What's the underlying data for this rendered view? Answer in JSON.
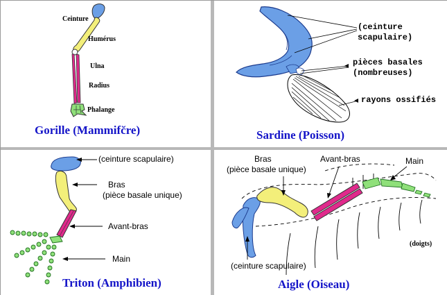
{
  "panels": {
    "gorilla": {
      "title": "Gorille (Mammifc̆re)",
      "labels": {
        "ceinture": "Ceinture",
        "humerus": "Humérus",
        "ulna": "Ulna",
        "radius": "Radius",
        "phalange": "Phalange"
      }
    },
    "sardine": {
      "title": "Sardine (Poisson)",
      "labels": {
        "ceinture_l1": "(ceinture",
        "ceinture_l2": "scapulaire)",
        "basales_l1": "pièces basales",
        "basales_l2": "(nombreuses)",
        "rayons": "rayons ossifiés"
      }
    },
    "triton": {
      "title": "Triton (Amphibien)",
      "labels": {
        "ceinture": "(ceinture scapulaire)",
        "bras_l1": "Bras",
        "bras_l2": "(pièce basale unique)",
        "avant_bras": "Avant-bras",
        "main": "Main"
      }
    },
    "aigle": {
      "title": "Aigle (Oiseau)",
      "labels": {
        "bras_l1": "Bras",
        "bras_l2": "(pièce basale unique)",
        "avant_bras": "Avant-bras",
        "main": "Main",
        "doigts": "(doigts)",
        "ceinture": "(ceinture scapulaire)"
      }
    }
  },
  "colors": {
    "girdle_blue": "#6b9fe6",
    "arm_yellow": "#f3ef7a",
    "forearm_magenta": "#e02a8c",
    "hand_green": "#8fe07a",
    "title_blue": "#1414c8"
  }
}
